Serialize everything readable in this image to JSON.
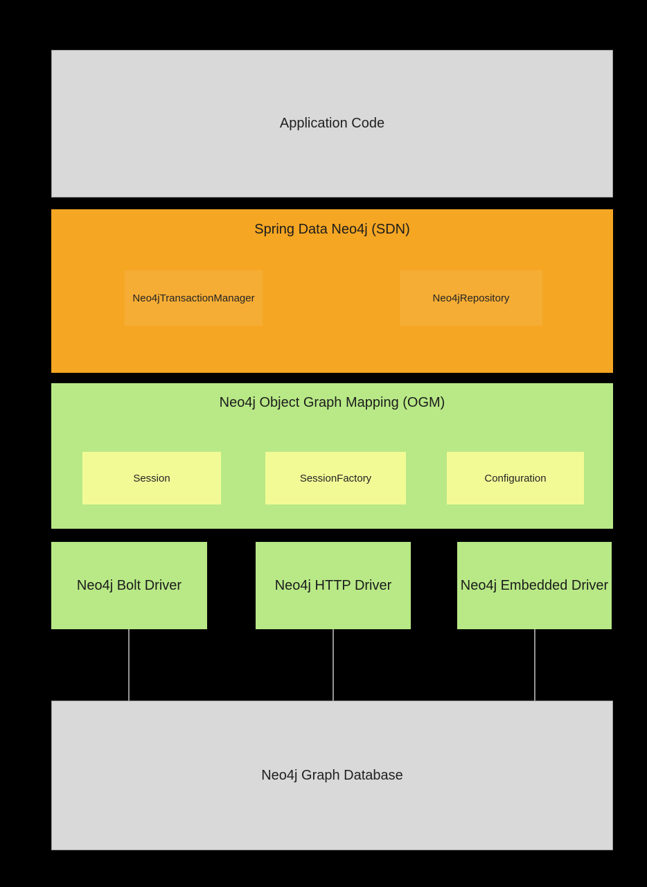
{
  "palette": {
    "background": "#000000",
    "gray_box_fill": "#d9d9d9",
    "gray_box_border": "#9c9c9c",
    "sdn_orange": "#f5a623",
    "sdn_inner_orange": "#f6ad35",
    "green": "#b8e986",
    "ogm_inner_yellow": "#f2fa96",
    "connector_gray": "#949494",
    "text_dark": "#1f1f1f"
  },
  "layers": {
    "application": {
      "label": "Application Code"
    },
    "sdn": {
      "title": "Spring Data Neo4j (SDN)",
      "components": [
        {
          "label": "Neo4jTransactionManager"
        },
        {
          "label": "Neo4jRepository"
        }
      ]
    },
    "ogm": {
      "title": "Neo4j Object Graph Mapping (OGM)",
      "components": [
        {
          "label": "Session"
        },
        {
          "label": "SessionFactory"
        },
        {
          "label": "Configuration"
        }
      ]
    },
    "drivers": [
      {
        "label": "Neo4j Bolt Driver"
      },
      {
        "label": "Neo4j HTTP Driver"
      },
      {
        "label": "Neo4j Embedded Driver"
      }
    ],
    "database": {
      "label": "Neo4j Graph Database"
    }
  }
}
